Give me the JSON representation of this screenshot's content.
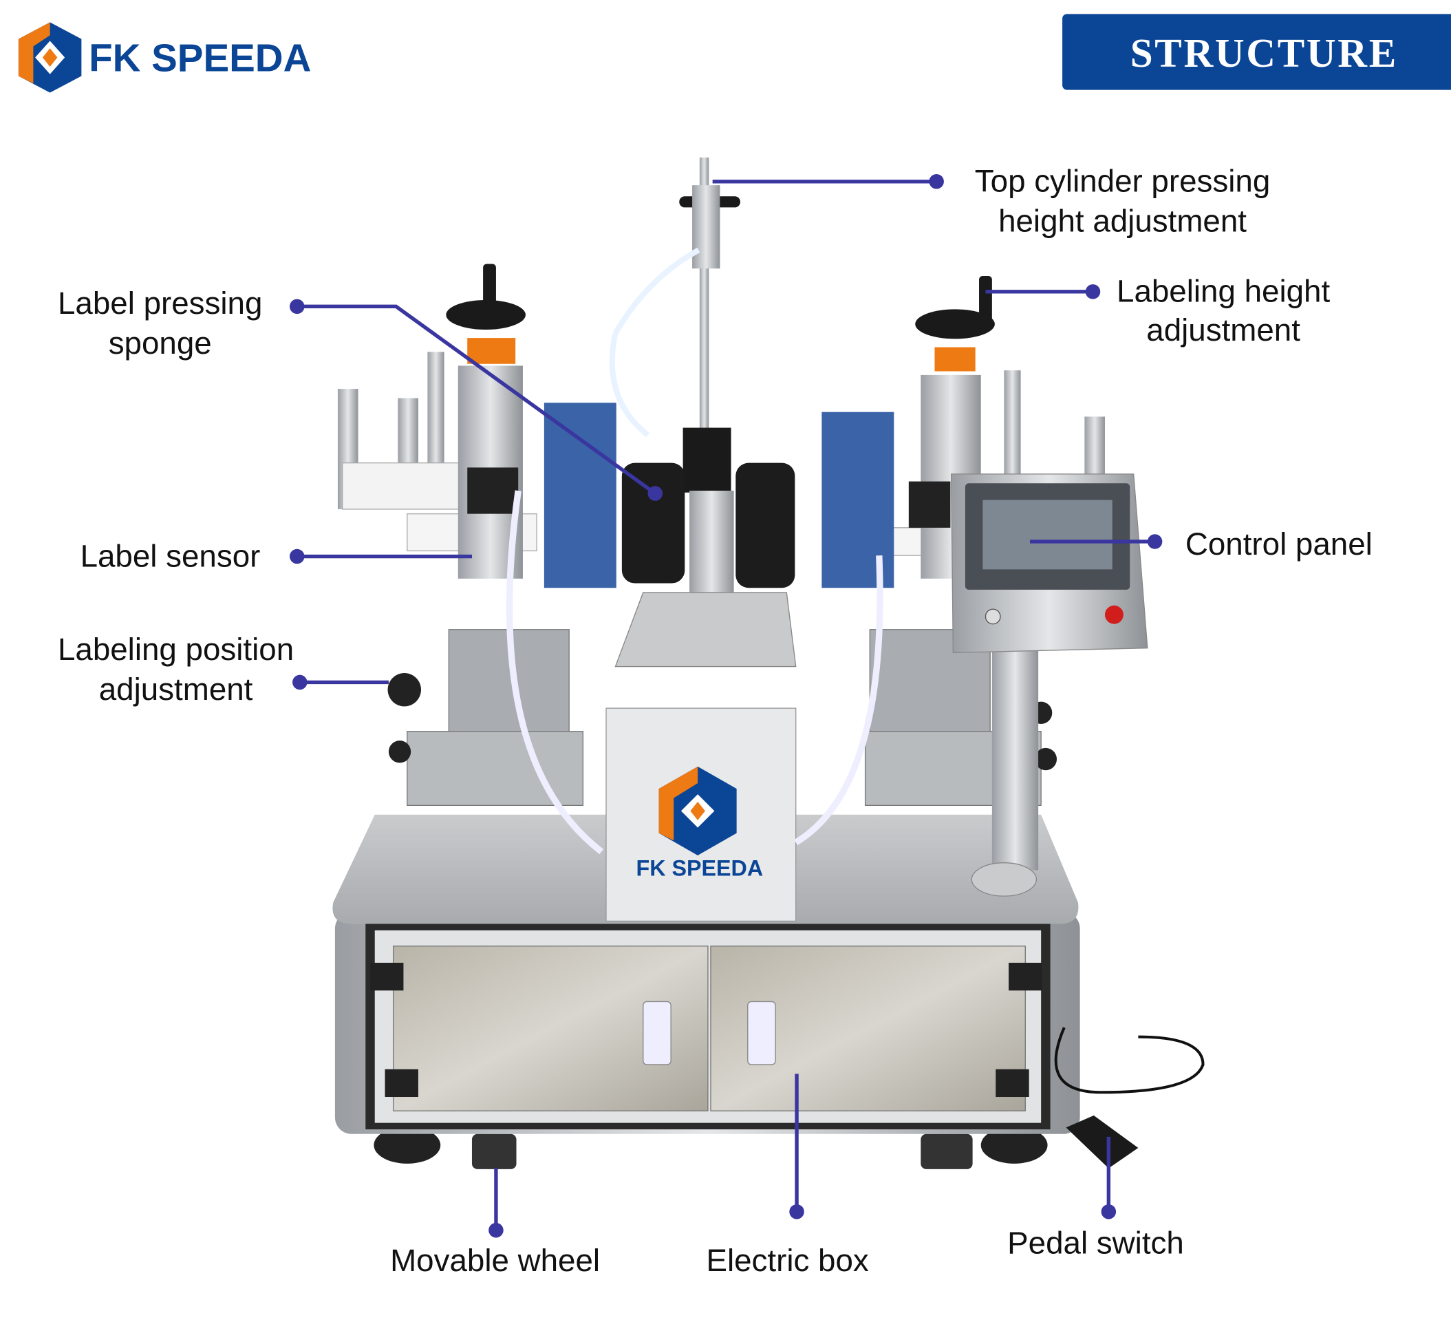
{
  "header": {
    "brand_name": "FK SPEEDA",
    "title": "STRUCTURE"
  },
  "machine": {
    "panel_logo_text": "FK SPEEDA"
  },
  "callouts": [
    {
      "id": "top-cylinder",
      "lines": [
        "Top cylinder pressing",
        "height adjustment"
      ]
    },
    {
      "id": "label-pressing-sponge",
      "lines": [
        "Label pressing",
        "sponge"
      ]
    },
    {
      "id": "labeling-height",
      "lines": [
        "Labeling height",
        "adjustment"
      ]
    },
    {
      "id": "label-sensor",
      "lines": [
        "Label sensor"
      ]
    },
    {
      "id": "control-panel",
      "lines": [
        "Control panel"
      ]
    },
    {
      "id": "labeling-position",
      "lines": [
        "Labeling position",
        "adjustment"
      ]
    },
    {
      "id": "movable-wheel",
      "lines": [
        "Movable wheel"
      ]
    },
    {
      "id": "electric-box",
      "lines": [
        "Electric box"
      ]
    },
    {
      "id": "pedal-switch",
      "lines": [
        "Pedal switch"
      ]
    }
  ],
  "colors": {
    "brand_blue": "#0b4596",
    "brand_orange": "#ee7a14",
    "callout_line": "#3a36a0"
  }
}
